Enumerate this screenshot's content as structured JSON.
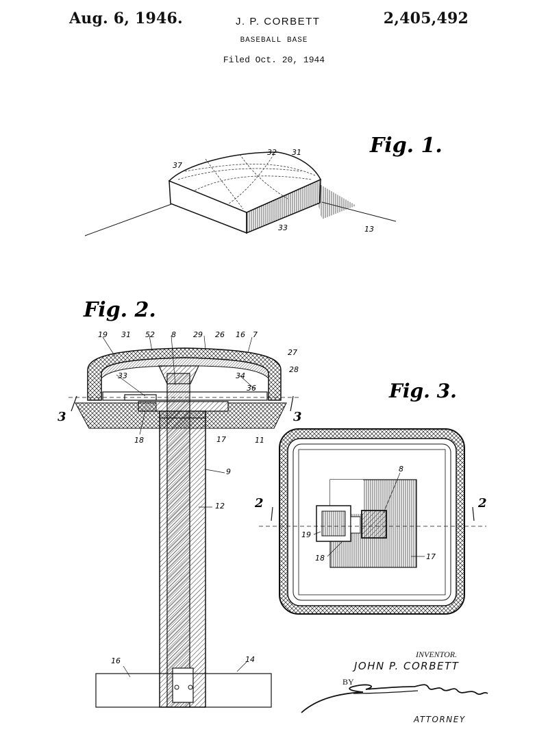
{
  "header": {
    "date": "Aug. 6, 1946.",
    "inventor": "J. P. CORBETT",
    "patent_number": "2,405,492",
    "title": "BASEBALL BASE",
    "filed": "Filed Oct. 20, 1944"
  },
  "figures": {
    "fig1": {
      "label": "Fig. 1.",
      "refs": [
        "37",
        "32",
        "31",
        "33",
        "13"
      ]
    },
    "fig2": {
      "label": "Fig. 2.",
      "refs": [
        "19",
        "31",
        "52",
        "8",
        "29",
        "26",
        "16",
        "7",
        "27",
        "28",
        "33",
        "34",
        "36",
        "3",
        "3",
        "18",
        "17",
        "11",
        "9",
        "12",
        "16",
        "14"
      ]
    },
    "fig3": {
      "label": "Fig. 3.",
      "refs": [
        "8",
        "2",
        "2",
        "19",
        "18",
        "17"
      ]
    }
  },
  "signature_block": {
    "inventor_label": "INVENTOR.",
    "inventor_name": "JOHN P. CORBETT",
    "by": "BY",
    "signature": "Stuart M. Moore",
    "attorney_label": "ATTORNEY"
  }
}
